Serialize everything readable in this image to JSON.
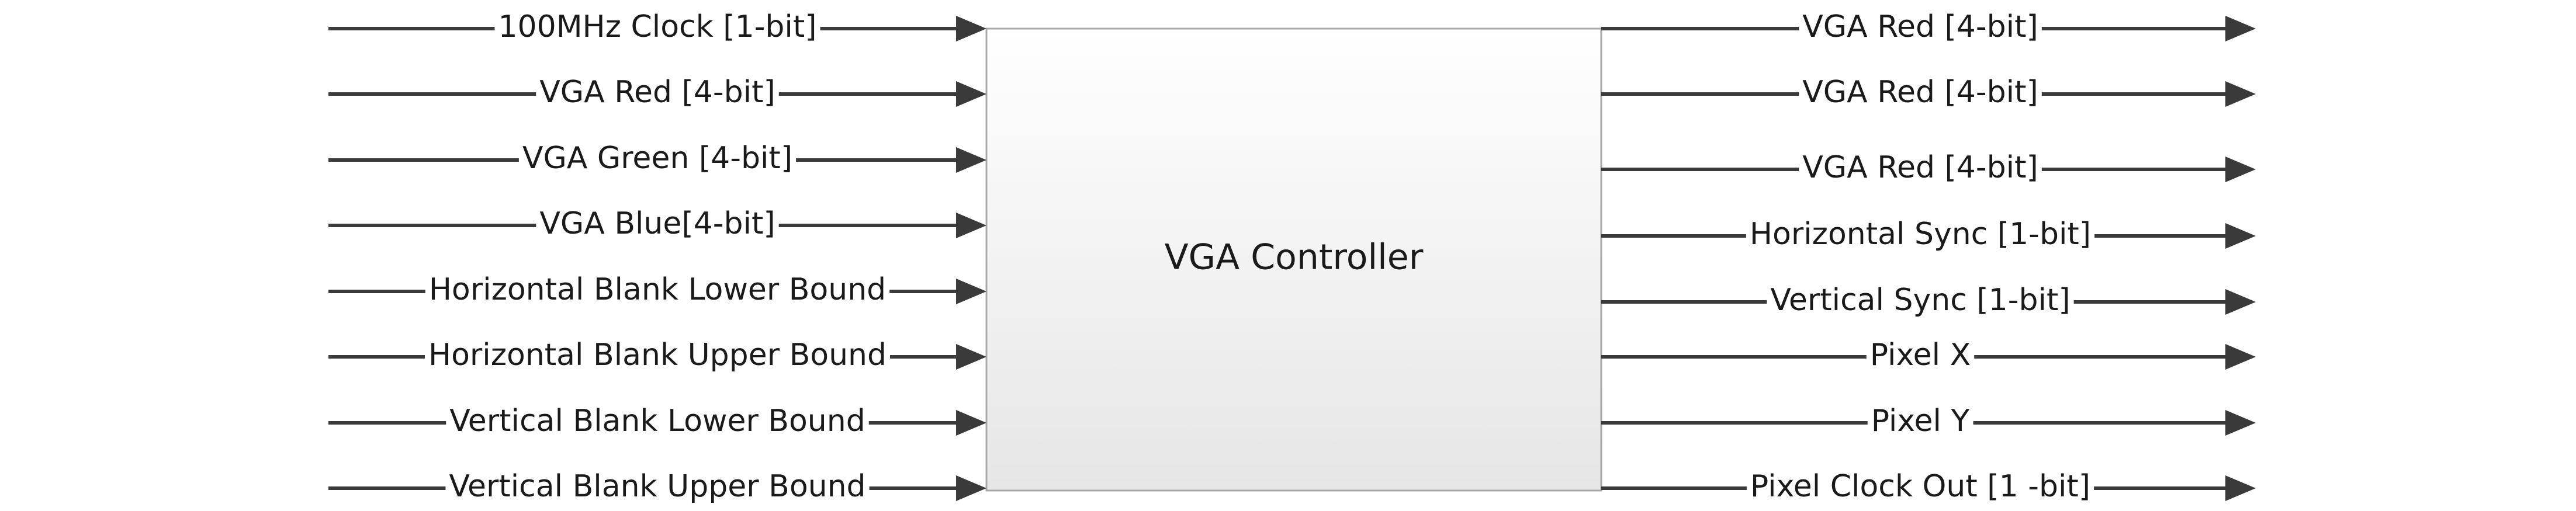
{
  "block": {
    "title": "VGA Controller"
  },
  "inputs": [
    {
      "label": "100MHz Clock [1-bit]"
    },
    {
      "label": "VGA Red [4-bit]"
    },
    {
      "label": "VGA Green [4-bit]"
    },
    {
      "label": "VGA Blue[4-bit]"
    },
    {
      "label": "Horizontal Blank Lower Bound"
    },
    {
      "label": "Horizontal Blank Upper Bound"
    },
    {
      "label": "Vertical Blank Lower Bound"
    },
    {
      "label": "Vertical Blank Upper Bound"
    }
  ],
  "outputs": [
    {
      "label": "VGA Red [4-bit]"
    },
    {
      "label": "VGA Red [4-bit]"
    },
    {
      "label": "VGA Red [4-bit]"
    },
    {
      "label": "Horizontal Sync [1-bit]"
    },
    {
      "label": "Vertical Sync [1-bit]"
    },
    {
      "label": "Pixel X"
    },
    {
      "label": "Pixel Y"
    },
    {
      "label": "Pixel Clock Out [1 -bit]"
    }
  ],
  "colors": {
    "line": "#3a3a3a",
    "block_border": "#a8a8a8",
    "block_fill_top": "#ffffff",
    "block_fill_bottom": "#e6e6e6"
  }
}
